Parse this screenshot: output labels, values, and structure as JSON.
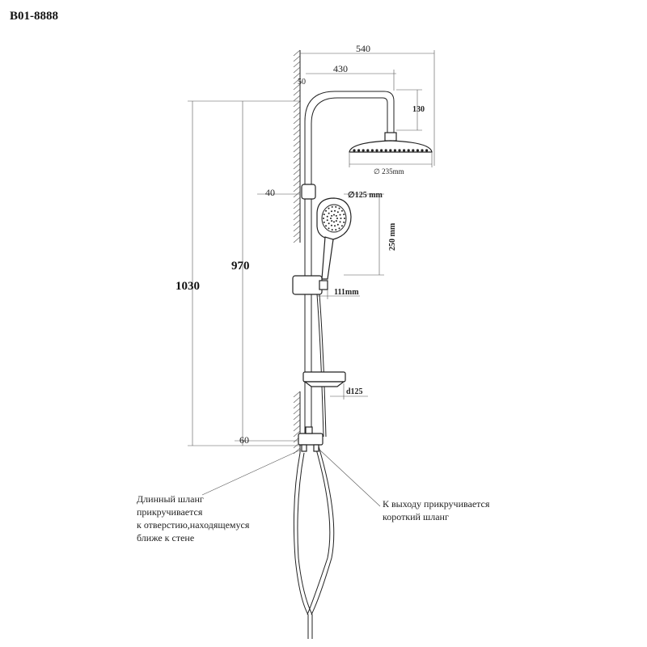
{
  "model": "B01-8888",
  "dimensions": {
    "total_width": "540",
    "arm_length": "430",
    "wall_gap": "50",
    "head_drop": "130",
    "head_diameter": "∅ 235mm",
    "holder_offset": "40",
    "hand_diameter": "∅125 mm",
    "hand_length": "250 mm",
    "slider_offset": "111mm",
    "soap_dish": "d125",
    "bottom_offset": "60",
    "total_height": "1030",
    "rail_height": "970"
  },
  "notes": {
    "left": [
      "Длинный шланг",
      "прикручивается",
      "к отверстию,находящемуся",
      "ближе к стене"
    ],
    "right": [
      "К выходу прикручивается",
      "короткий шланг"
    ]
  },
  "colors": {
    "line": "#222222",
    "background": "#ffffff"
  }
}
